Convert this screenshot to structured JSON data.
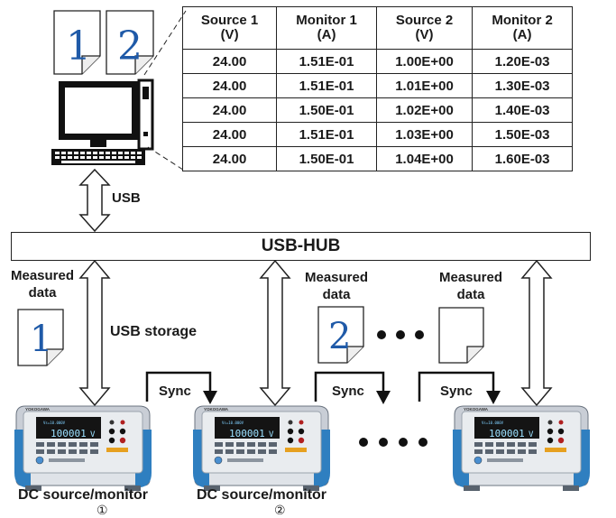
{
  "table": {
    "headers": [
      {
        "line1": "Source 1",
        "line2": "(V)"
      },
      {
        "line1": "Monitor 1",
        "line2": "(A)"
      },
      {
        "line1": "Source 2",
        "line2": "(V)"
      },
      {
        "line1": "Monitor 2",
        "line2": "(A)"
      }
    ],
    "rows": [
      [
        "24.00",
        "1.51E-01",
        "1.00E+00",
        "1.20E-03"
      ],
      [
        "24.00",
        "1.51E-01",
        "1.01E+00",
        "1.30E-03"
      ],
      [
        "24.00",
        "1.50E-01",
        "1.02E+00",
        "1.40E-03"
      ],
      [
        "24.00",
        "1.51E-01",
        "1.03E+00",
        "1.50E-03"
      ],
      [
        "24.00",
        "1.50E-01",
        "1.04E+00",
        "1.60E-03"
      ]
    ]
  },
  "files": {
    "file1": "1",
    "file2": "2"
  },
  "usb_label": "USB",
  "hub_label": "USB-HUB",
  "measured_data_line1": "Measured",
  "measured_data_line2": "data",
  "usb_storage_label": "USB storage",
  "sync_label": "Sync",
  "device": {
    "display_value": "100001",
    "display_unit": "V",
    "brand": "YOKOGAWA"
  },
  "caption_device": "DC source/monitor",
  "caption_num_1": "①",
  "caption_num_2": "②",
  "colors": {
    "doc_number": "#1f5aa8",
    "device_body": "#c9ced6",
    "device_side": "#2f7fc0",
    "display": "#141414"
  }
}
